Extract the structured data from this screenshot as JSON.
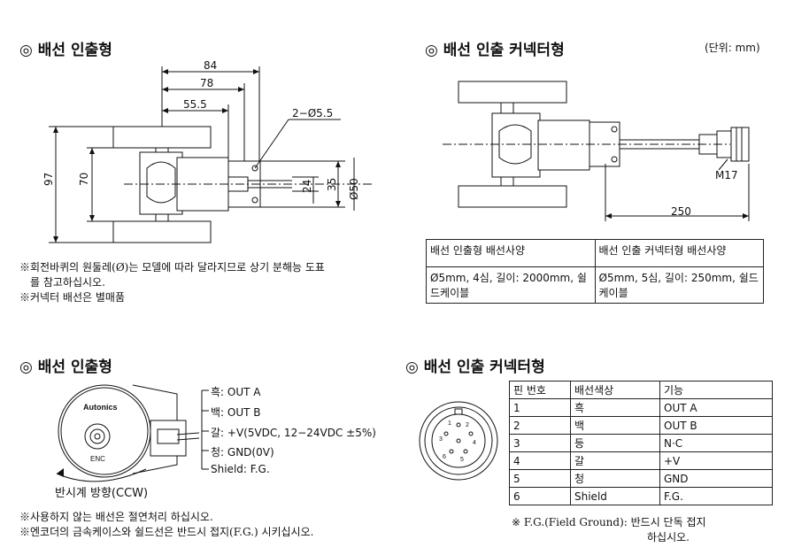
{
  "section1": {
    "title": "◎ 배선 인출형",
    "dims": {
      "d84": "84",
      "d78": "78",
      "d55": "55.5",
      "hole": "2−Ø5.5",
      "h97": "97",
      "h70": "70",
      "h24": "24",
      "h35": "35",
      "h50": "Ø50"
    },
    "notes": [
      "※회전바퀴의 원둘레(Ø)는 모델에 따라 달라지므로 상기 분해능 도표",
      "를 참고하십시오.",
      "※커넥터 배선은 별매품"
    ]
  },
  "section2": {
    "title": "◎ 배선 인출 커넥터형",
    "unit": "(단위: mm)",
    "dims": {
      "m17": "M17",
      "d250": "250"
    },
    "table": {
      "headers": [
        "배선 인출형 배선사양",
        "배선 인출 커넥터형 배선사양"
      ],
      "row": [
        "Ø5mm, 4심, 길이: 2000mm, 쉴드케이블",
        "Ø5mm, 5심, 길이: 250mm, 쉴드케이블"
      ]
    }
  },
  "section3": {
    "title": "◎ 배선 인출형",
    "brand": "Autonics",
    "enc": "ENC",
    "direction": "반시계 방향(CCW)",
    "wires": [
      "흑: OUT A",
      "백: OUT B",
      "갈: +V(5VDC, 12−24VDC ±5%)",
      "청: GND(0V)",
      "Shield: F.G."
    ],
    "notes": [
      "※사용하지 않는 배선은 절연처리 하십시오.",
      "※엔코더의 금속케이스와 쉴드선은 반드시 접지(F.G.) 시키십시오."
    ]
  },
  "section4": {
    "title": "◎ 배선 인출 커넥터형",
    "pin_labels": [
      "1",
      "2",
      "3",
      "4",
      "5",
      "6"
    ],
    "table": {
      "headers": [
        "핀 번호",
        "배선색상",
        "기능"
      ],
      "rows": [
        [
          "1",
          "흑",
          "OUT A"
        ],
        [
          "2",
          "백",
          "OUT B"
        ],
        [
          "3",
          "등",
          "N·C"
        ],
        [
          "4",
          "갈",
          "+V"
        ],
        [
          "5",
          "청",
          "GND"
        ],
        [
          "6",
          "Shield",
          "F.G."
        ]
      ]
    },
    "note_line1": "※ F.G.(Field Ground): 반드시 단독 접지",
    "note_line2": "하십시오."
  }
}
